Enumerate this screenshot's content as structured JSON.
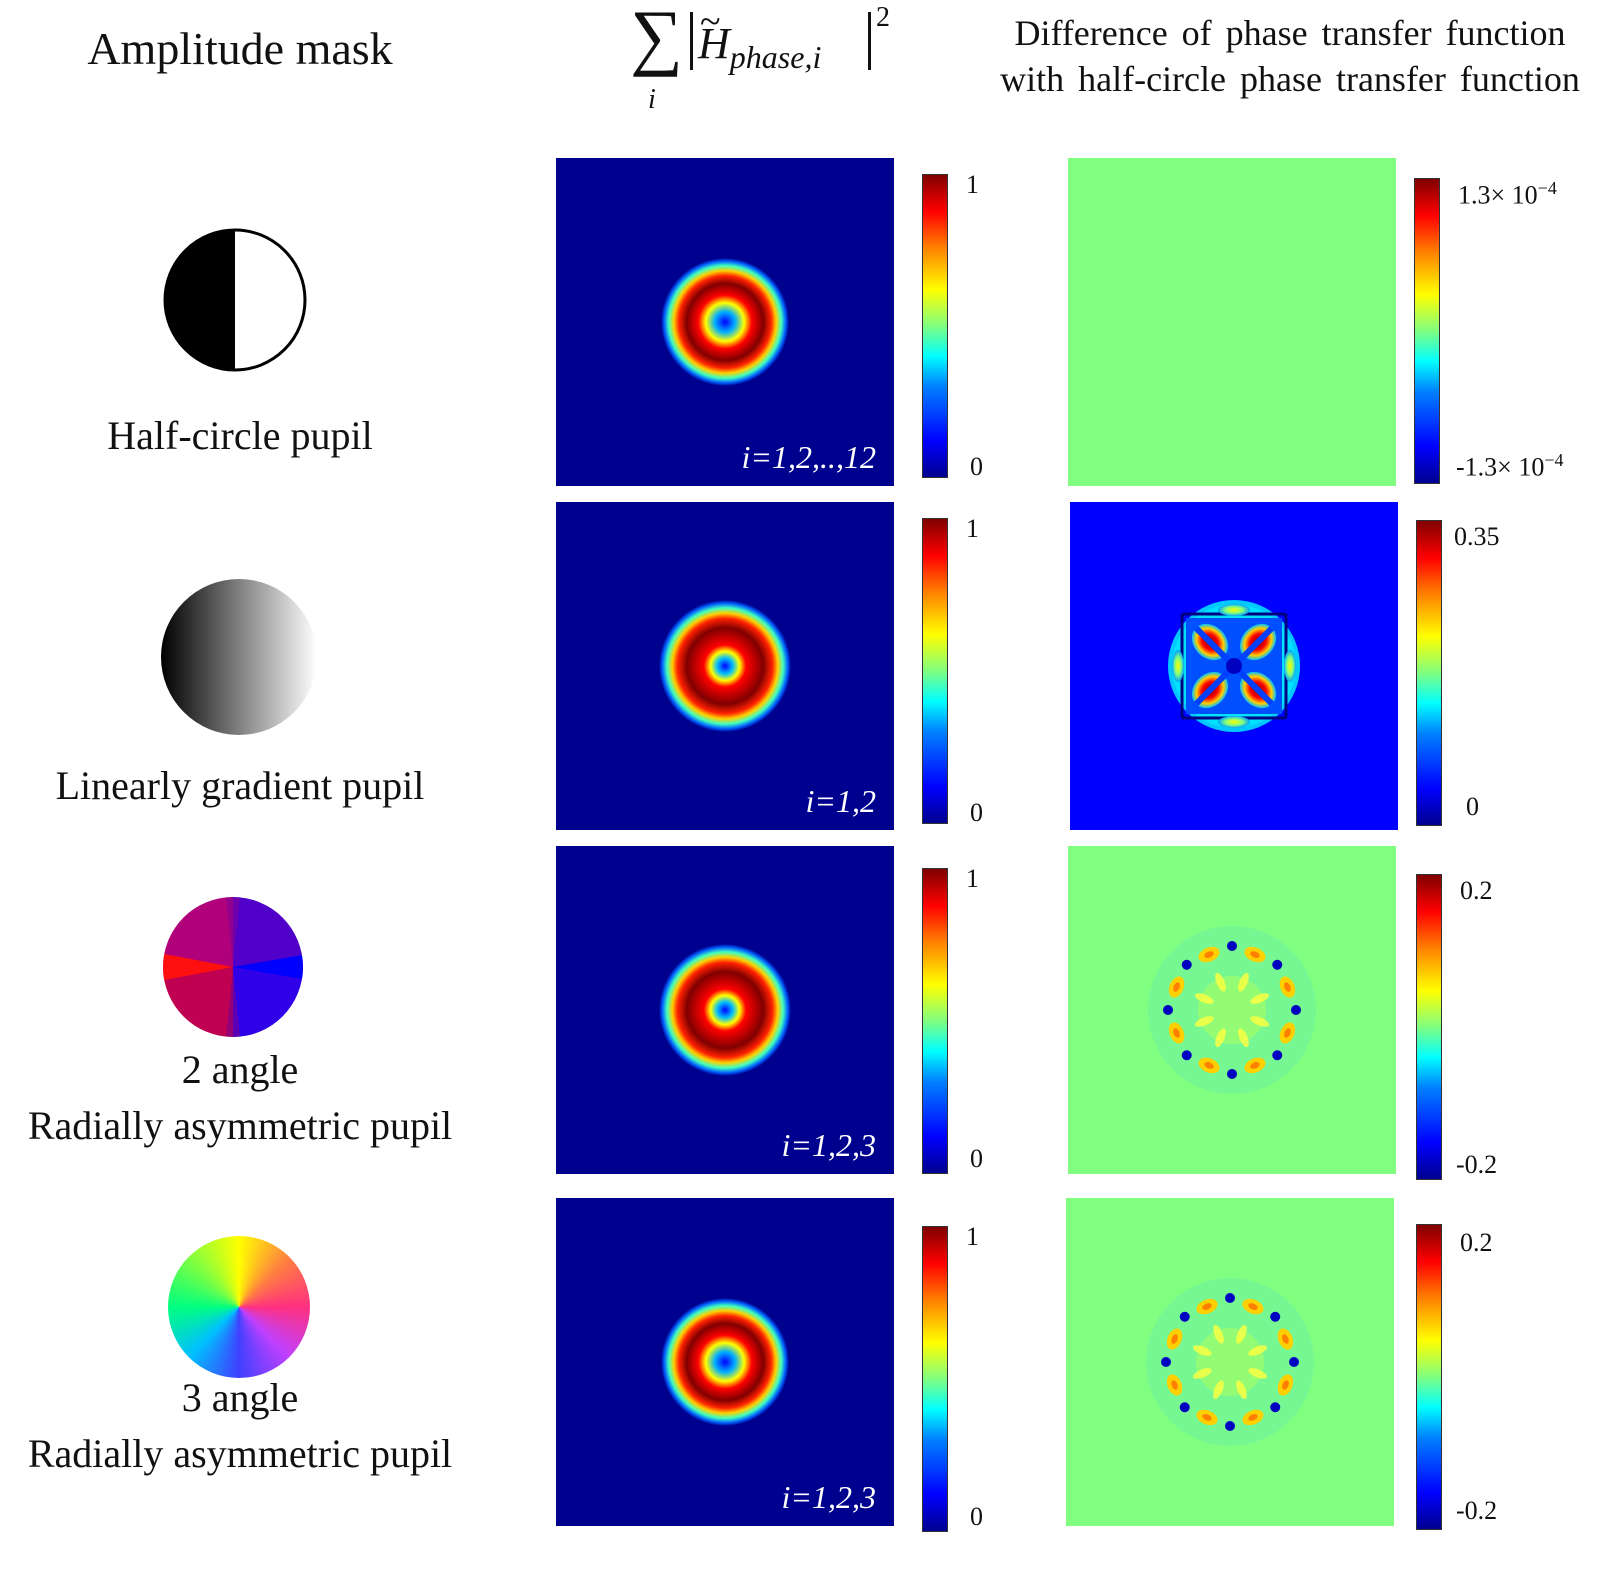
{
  "headers": {
    "amplitude_mask": "Amplitude mask",
    "sum_symbol": "∑",
    "sum_index": "i",
    "h_letter": "H",
    "h_subscript": "phase,i",
    "exponent": "2",
    "difference_line1": "Difference of phase transfer function",
    "difference_line2": "with half-circle phase transfer function"
  },
  "rows": [
    {
      "label_lines": [
        "Half-circle pupil"
      ],
      "pupil_icon": "half-circle-pupil-icon",
      "index_label": "i=1,2,..,12",
      "sum_cbar": {
        "max": "1",
        "min": "0"
      },
      "diff_cbar": {
        "max_mantissa": "1.3× 10",
        "max_exp": "−4",
        "min_mantissa": "-1.3× 10",
        "min_exp": "−4"
      }
    },
    {
      "label_lines": [
        "Linearly gradient pupil"
      ],
      "pupil_icon": "gradient-pupil-icon",
      "index_label": "i=1,2",
      "sum_cbar": {
        "max": "1",
        "min": "0"
      },
      "diff_cbar": {
        "max": "0.35",
        "min": "0"
      }
    },
    {
      "label_lines": [
        "2 angle",
        "Radially asymmetric pupil"
      ],
      "pupil_icon": "two-angle-pupil-icon",
      "index_label": "i=1,2,3",
      "sum_cbar": {
        "max": "1",
        "min": "0"
      },
      "diff_cbar": {
        "max": "0.2",
        "min": "-0.2"
      }
    },
    {
      "label_lines": [
        "3 angle",
        "Radially asymmetric pupil"
      ],
      "pupil_icon": "three-angle-pupil-icon",
      "index_label": "i=1,2,3",
      "sum_cbar": {
        "max": "1",
        "min": "0"
      },
      "diff_cbar": {
        "max": "0.2",
        "min": "-0.2"
      }
    }
  ],
  "colors": {
    "jet_background_blue": "#00008f",
    "jet_neutral_green": "#80ff80"
  }
}
